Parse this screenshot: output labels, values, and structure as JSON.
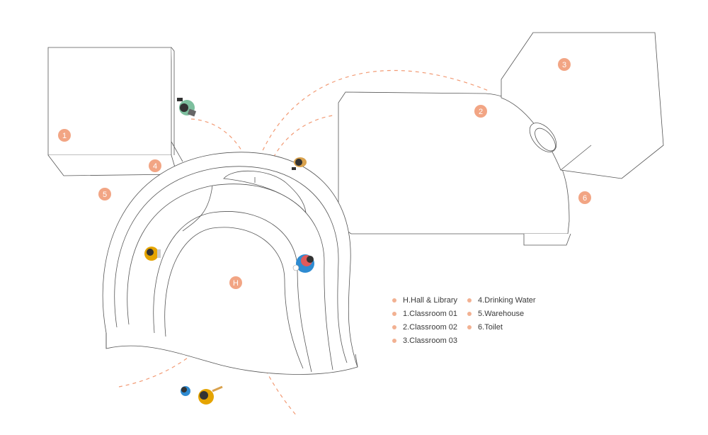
{
  "colors": {
    "accent": "#f2a584",
    "path_dash": "#f08a5d",
    "line": "#555555",
    "marker_text": "#ffffff"
  },
  "markers": {
    "one": "1",
    "two": "2",
    "three": "3",
    "four": "4",
    "five": "5",
    "six": "6",
    "hall": "H"
  },
  "legend": {
    "col1": [
      {
        "label": "H.Hall & Library"
      },
      {
        "label": "1.Classroom 01"
      },
      {
        "label": "2.Classroom 02"
      },
      {
        "label": "3.Classroom 03"
      }
    ],
    "col2": [
      {
        "label": "4.Drinking Water"
      },
      {
        "label": "5.Warehouse"
      },
      {
        "label": "6.Toilet"
      }
    ]
  }
}
